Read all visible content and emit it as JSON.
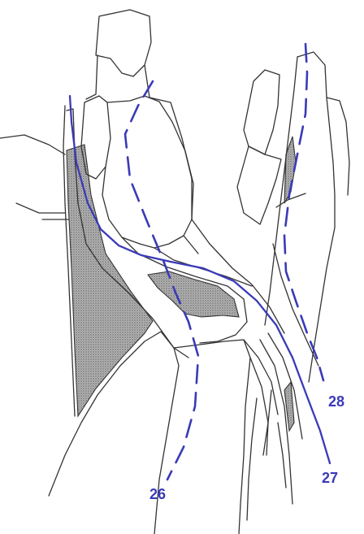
{
  "figure": {
    "labels": {
      "line_26": "26",
      "line_27": "27",
      "line_28": "28"
    },
    "colors": {
      "line": "#3a3ab8",
      "label": "#3a3ab8",
      "ink": "#333333",
      "shade": "#7d7d7d"
    },
    "line_styles": {
      "line_26": "dashed",
      "line_27": "solid",
      "line_28": "dashed"
    }
  }
}
